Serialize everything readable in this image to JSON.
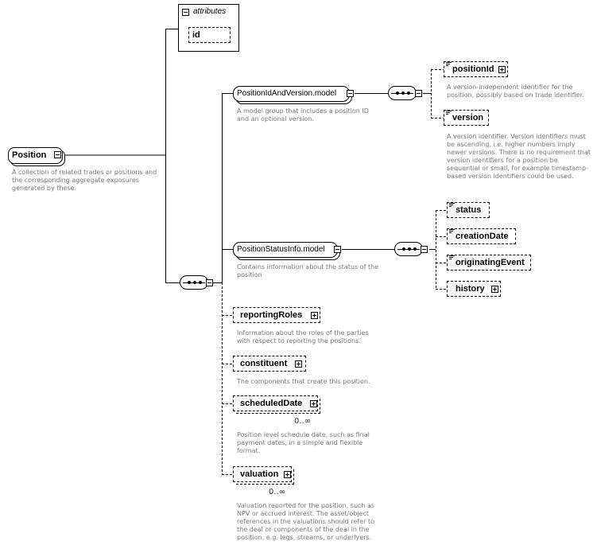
{
  "root": {
    "name": "Position",
    "description": "A collection of related trades or positions and the corresponding aggregate exposures generated by these."
  },
  "attributes": {
    "title": "attributes",
    "items": [
      "id"
    ]
  },
  "groups": {
    "version_model": {
      "name": "PositionIdAndVersion.model",
      "description": "A model group that includes a position ID and an optional version."
    },
    "status_model": {
      "name": "PositionStatusInfo.model",
      "description": "Contains information about the status of the position"
    }
  },
  "elements": {
    "positionId": {
      "name": "positionId",
      "description": "A version-independent identifier for the position, possibly based on trade identifier."
    },
    "version": {
      "name": "version",
      "description": "A version identifier. Version identifiers must be ascending, i.e. higher numbers imply newer versions. There is no requirement that version identifiers for a position be sequential or small, for example timestamp-based version identifiers could be used."
    },
    "status": {
      "name": "status"
    },
    "creationDate": {
      "name": "creationDate"
    },
    "originatingEvent": {
      "name": "originatingEvent"
    },
    "history": {
      "name": "history"
    },
    "reportingRoles": {
      "name": "reportingRoles",
      "description": "Information about the roles of the parties with respect to reporting the positions."
    },
    "constituent": {
      "name": "constituent",
      "description": "The components that create this position."
    },
    "scheduledDate": {
      "name": "scheduledDate",
      "cardinality": "0..∞",
      "description": "Position level schedule date, such as final payment dates, in a simple and flexible format."
    },
    "valuation": {
      "name": "valuation",
      "cardinality": "0..∞",
      "description": "Valuation reported for the position, such as NPV or accrued interest. The asset/object references in the valuations should refer to the deal or components of the deal in the position, e.g. legs, streams, or underlyers."
    }
  }
}
